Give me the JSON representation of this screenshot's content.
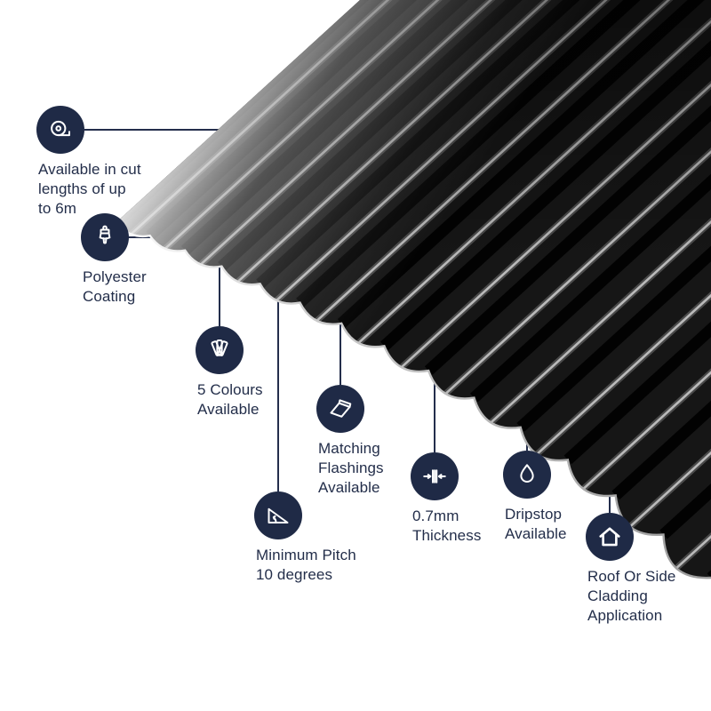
{
  "theme": {
    "background": "#ffffff",
    "accent_navy": "#1f2a46",
    "text_color": "#232e4a",
    "line_color": "#242e4c",
    "sheet_black": "#161616",
    "sheet_highlight": "#c6c6c6",
    "sheet_edge_silver": "#f0f0f0"
  },
  "illustration": {
    "subject": "black corrugated roofing sheet"
  },
  "callouts": [
    {
      "id": "cut-lengths",
      "icon": "tape-measure-icon",
      "label": "Available in cut\nlengths of up\nto 6m"
    },
    {
      "id": "polyester-coating",
      "icon": "paintbrush-icon",
      "label": "Polyester\nCoating"
    },
    {
      "id": "colours",
      "icon": "colour-swatch-icon",
      "label": "5 Colours\nAvailable"
    },
    {
      "id": "matching-flashings",
      "icon": "flashing-icon",
      "label": "Matching\nFlashings\nAvailable"
    },
    {
      "id": "minimum-pitch",
      "icon": "pitch-angle-icon",
      "label": "Minimum Pitch\n10 degrees"
    },
    {
      "id": "thickness",
      "icon": "thickness-icon",
      "label": "0.7mm\nThickness"
    },
    {
      "id": "dripstop",
      "icon": "water-drop-icon",
      "label": "Dripstop\nAvailable"
    },
    {
      "id": "cladding",
      "icon": "house-icon",
      "label": "Roof Or Side\nCladding\nApplication"
    }
  ]
}
